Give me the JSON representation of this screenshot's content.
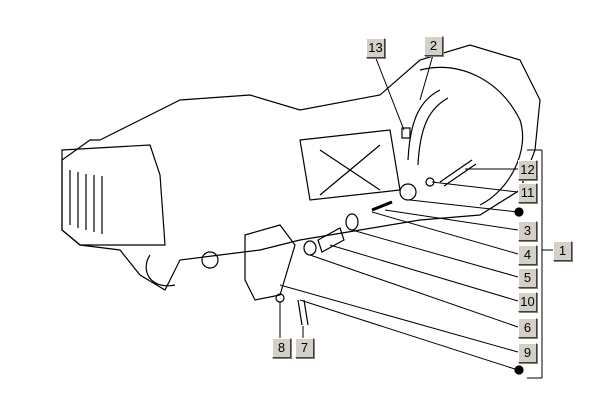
{
  "labels": {
    "p13": "13",
    "p2": "2",
    "p12": "12",
    "p11": "11",
    "p3": "3",
    "p4": "4",
    "p1": "1",
    "p5": "5",
    "p10": "10",
    "p6": "6",
    "p9": "9",
    "p8": "8",
    "p7": "7"
  }
}
